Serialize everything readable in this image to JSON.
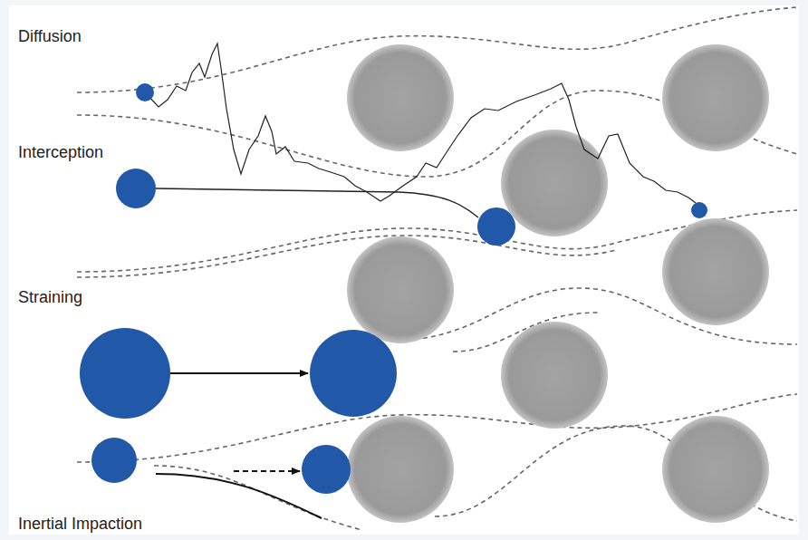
{
  "diagram": {
    "labels": [
      "Diffusion",
      "Interception",
      "Straining",
      "Inertial Impaction"
    ]
  }
}
